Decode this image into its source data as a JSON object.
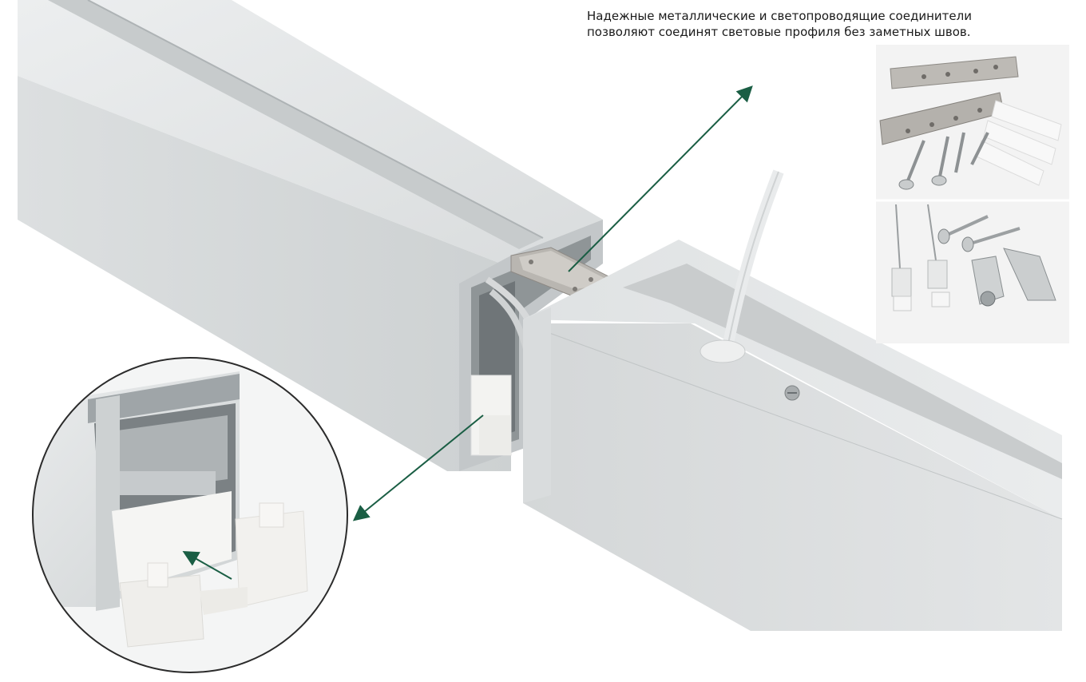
{
  "caption": {
    "line1": "Надежные металлические и светопроводящие соединители",
    "line2": "позволяют соединят световые профиля без заметных швов."
  },
  "colors": {
    "profile_light": "#e4e6e7",
    "profile_mid": "#d2d5d6",
    "profile_dark": "#b9bdbf",
    "arrow": "#1a5e44",
    "diffuser": "#f3f3f1"
  },
  "illustration": {
    "subject": "aluminium-led-profile-joint",
    "inset_photo": "connectors-and-mounting-hardware",
    "detail_circle": "profile-cross-section-with-diffuser-clip"
  }
}
